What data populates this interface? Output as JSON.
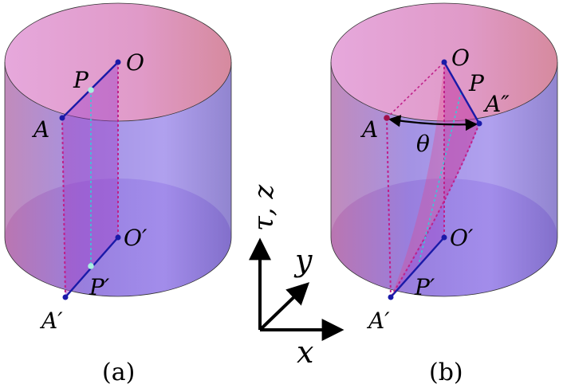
{
  "panel_a": {
    "caption": "(a)",
    "labels": {
      "O": "O",
      "P": "P",
      "A": "A",
      "O_prime": "O′",
      "P_prime": "P′",
      "A_prime": "A′"
    }
  },
  "panel_b": {
    "caption": "(b)",
    "labels": {
      "O": "O",
      "P": "P",
      "A": "A",
      "A_dprime": "A″",
      "theta": "θ",
      "O_prime": "O′",
      "P_prime": "P′",
      "A_prime": "A′"
    }
  },
  "axes": {
    "vertical": "τ, z",
    "depth": "y",
    "horizontal": "x"
  },
  "colors": {
    "cylinder_side": "#8a78e0",
    "cylinder_top": "#d990c8",
    "segment_blue": "#1a1aa8",
    "dashed_magenta": "#c0208a",
    "dashed_cyan": "#3ac8d8",
    "point_light": "#a8f0e0",
    "point_dark": "#1a1aa8",
    "point_red": "#a0104a"
  }
}
